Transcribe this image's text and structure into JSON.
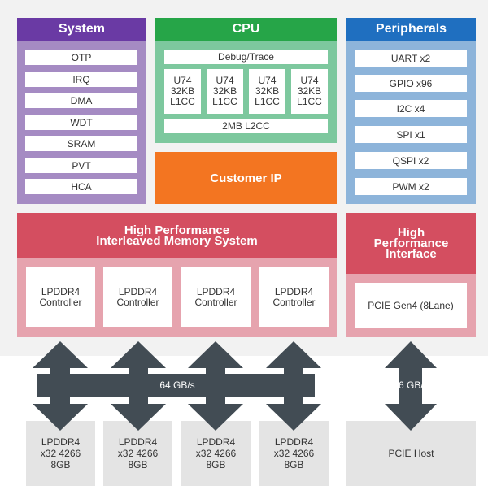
{
  "system": {
    "title": "System",
    "items": [
      "OTP",
      "IRQ",
      "DMA",
      "WDT",
      "SRAM",
      "PVT",
      "HCA"
    ]
  },
  "cpu": {
    "title": "CPU",
    "debug_label": "Debug/Trace",
    "cores": [
      {
        "name": "U74",
        "cache": "32KB",
        "level": "L1CC"
      },
      {
        "name": "U74",
        "cache": "32KB",
        "level": "L1CC"
      },
      {
        "name": "U74",
        "cache": "32KB",
        "level": "L1CC"
      },
      {
        "name": "U74",
        "cache": "32KB",
        "level": "L1CC"
      }
    ],
    "l2_label": "2MB L2CC"
  },
  "customer_ip": {
    "label": "Customer IP"
  },
  "peripherals": {
    "title": "Peripherals",
    "items": [
      "UART x2",
      "GPIO x96",
      "I2C x4",
      "SPI x1",
      "QSPI x2",
      "PWM x2"
    ]
  },
  "memory": {
    "title_line1": "High Performance",
    "title_line2": "Interleaved Memory System",
    "controllers": [
      {
        "line1": "LPDDR4",
        "line2": "Controller"
      },
      {
        "line1": "LPDDR4",
        "line2": "Controller"
      },
      {
        "line1": "LPDDR4",
        "line2": "Controller"
      },
      {
        "line1": "LPDDR4",
        "line2": "Controller"
      }
    ]
  },
  "hpi": {
    "title_line1": "High",
    "title_line2": "Performance",
    "title_line3": "Interface",
    "pcie_label": "PCIE Gen4 (8Lane)"
  },
  "bandwidth": {
    "memory_label": "64 GB/s",
    "pcie_label": "16 GB/s"
  },
  "external": {
    "dram": [
      {
        "line1": "LPDDR4",
        "line2": "x32 4266",
        "line3": "8GB"
      },
      {
        "line1": "LPDDR4",
        "line2": "x32 4266",
        "line3": "8GB"
      },
      {
        "line1": "LPDDR4",
        "line2": "x32 4266",
        "line3": "8GB"
      },
      {
        "line1": "LPDDR4",
        "line2": "x32 4266",
        "line3": "8GB"
      }
    ],
    "pcie_host": "PCIE Host"
  },
  "colors": {
    "system": "#6a3aa4",
    "cpu": "#26a548",
    "customer_ip": "#f37521",
    "peripherals": "#1f6fc0",
    "memory": "#d44e60",
    "arrow": "#424c54"
  }
}
